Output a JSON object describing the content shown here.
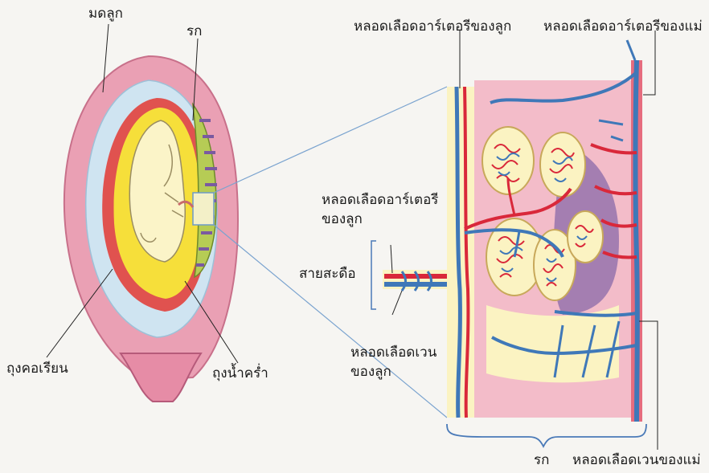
{
  "labels": {
    "uterus": "มดลูก",
    "placenta_top": "รก",
    "chorion": "ถุงคอเรียน",
    "amnion": "ถุงน้ำคร่ำ",
    "fetal_artery_top": "หลอดเลือดอาร์เตอรีของลูก",
    "maternal_artery": "หลอดเลือดอาร์เตอรีของแม่",
    "fetal_artery_side_1": "หลอดเลือดอาร์เตอรี",
    "fetal_artery_side_2": "ของลูก",
    "umbilical_cord": "สายสะดือ",
    "fetal_vein_1": "หลอดเลือดเวน",
    "fetal_vein_2": "ของลูก",
    "placenta_bottom": "รก",
    "maternal_vein": "หลอดเลือดเวนของแม่"
  },
  "colors": {
    "uterus_wall": "#eaa0b4",
    "chorion_blue": "#cfe4f1",
    "yolk": "#f6df3a",
    "amnion_red": "#e0524f",
    "fetus": "#fbf4c8",
    "artery_red": "#d9283a",
    "vein_blue": "#3f78b8",
    "tissue_pink": "#f3bcc9",
    "villus_cream": "#fbf3c2",
    "purple": "#8a6aa8"
  }
}
